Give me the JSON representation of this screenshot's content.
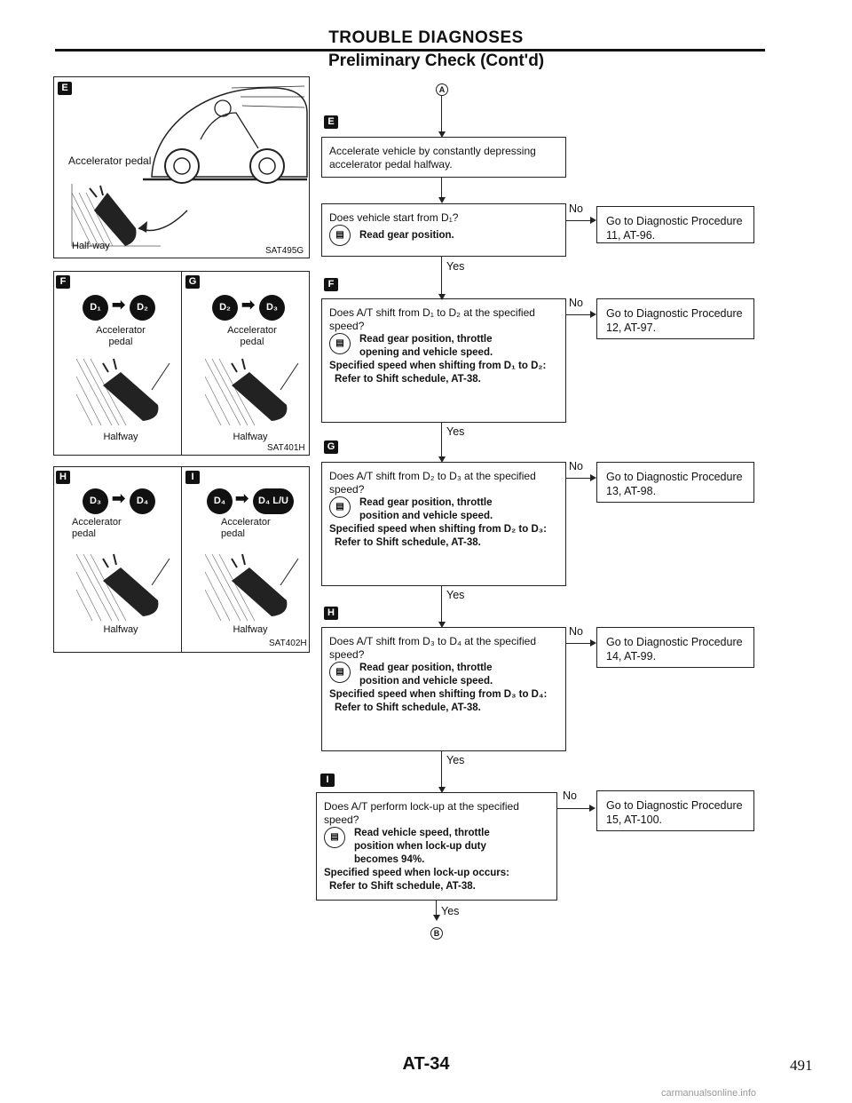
{
  "header": {
    "title": "TROUBLE DIAGNOSES",
    "subtitle": "Preliminary Check (Cont'd)"
  },
  "flow": {
    "start_connector": "A",
    "end_connector": "B",
    "yes": "Yes",
    "no": "No",
    "steps": [
      {
        "section": "E",
        "text": "Accelerate vehicle by constantly depressing accelerator pedal halfway."
      },
      {
        "question": "Does vehicle start from D₁?",
        "tool": "Read gear position.",
        "no_target": "Go to Diagnostic Procedure 11, AT-96."
      },
      {
        "section": "F",
        "question": "Does A/T shift from D₁ to D₂ at the specified speed?",
        "tool": "Read gear position, throttle opening and vehicle speed.",
        "spec": "Specified speed when shifting from D₁ to D₂:",
        "ref": "Refer to Shift schedule, AT-38.",
        "no_target": "Go to Diagnostic Procedure 12, AT-97."
      },
      {
        "section": "G",
        "question": "Does A/T shift from D₂ to D₃ at the specified speed?",
        "tool": "Read gear position, throttle position and vehicle speed.",
        "spec": "Specified speed when shifting from D₂ to D₃:",
        "ref": "Refer to Shift schedule, AT-38.",
        "no_target": "Go to Diagnostic Procedure 13, AT-98."
      },
      {
        "section": "H",
        "question": "Does A/T shift from D₃ to D₄ at the specified speed?",
        "tool": "Read gear position, throttle position and vehicle speed.",
        "spec": "Specified speed when shifting from D₃ to D₄:",
        "ref": "Refer to Shift schedule, AT-38.",
        "no_target": "Go to Diagnostic Procedure 14, AT-99."
      },
      {
        "section": "I",
        "question": "Does A/T perform lock-up at the specified speed?",
        "tool": "Read vehicle speed, throttle position when lock-up duty becomes 94%.",
        "spec": "Specified speed when lock-up occurs:",
        "ref": "Refer to Shift schedule, AT-38.",
        "no_target": "Go to Diagnostic Procedure 15, AT-100."
      }
    ]
  },
  "illustrations": {
    "E": {
      "label": "E",
      "pedal": "Accelerator pedal",
      "position": "Half-way",
      "code": "SAT495G"
    },
    "F": {
      "label": "F",
      "from": "D₁",
      "to": "D₂",
      "pedal": "Accelerator pedal",
      "position": "Halfway"
    },
    "G": {
      "label": "G",
      "from": "D₂",
      "to": "D₃",
      "pedal": "Accelerator pedal",
      "position": "Halfway",
      "code": "SAT401H"
    },
    "H": {
      "label": "H",
      "from": "D₃",
      "to": "D₄",
      "pedal": "Accelerator pedal",
      "position": "Halfway"
    },
    "I": {
      "label": "I",
      "from": "D₄",
      "to": "D₄ L/U",
      "pedal": "Accelerator pedal",
      "position": "Halfway",
      "code": "SAT402H"
    }
  },
  "footer": {
    "page_code": "AT-34",
    "page_number": "491",
    "watermark": "carmanualsonline.info"
  }
}
